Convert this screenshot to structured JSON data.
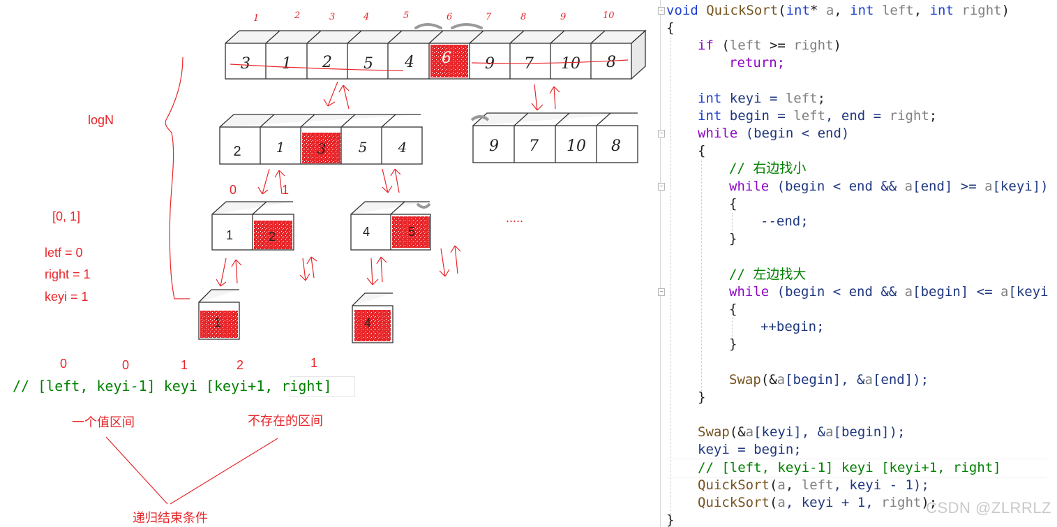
{
  "top_index_labels": [
    "1",
    "2",
    "3",
    "4",
    "5",
    "6",
    "7",
    "8",
    "9",
    "10"
  ],
  "arrays": {
    "level0": [
      "3",
      "1",
      "2",
      "5",
      "4",
      "6",
      "9",
      "7",
      "10",
      "8"
    ],
    "level1_left": [
      "2",
      "1",
      "3",
      "5",
      "4"
    ],
    "level1_right": [
      "9",
      "7",
      "10",
      "8"
    ],
    "level2_left": [
      "1",
      "2"
    ],
    "level2_mid": [
      "4",
      "5"
    ],
    "level3_left": [
      "1"
    ],
    "level3_mid": [
      "4"
    ]
  },
  "pivot_color": "#e8262a",
  "annotations": {
    "logn": "logN",
    "range": "[0, 1]",
    "left_eq": "letf = 0",
    "right_eq": "right = 1",
    "keyi_eq": "keyi = 1",
    "idx_0": "0",
    "idx_1": "1",
    "ellipsis": ".....",
    "row_nums": [
      "0",
      "0",
      "1",
      "2",
      "1"
    ],
    "recursion_comment_a": "// [left, keyi-1] keyi [keyi+1, ",
    "recursion_comment_b": "right",
    "recursion_comment_c": "]",
    "one_value_interval": "一个值区间",
    "nonexistent_interval": "不存在的区间",
    "recursion_end": "递归结束条件"
  },
  "code": {
    "l1": [
      "void",
      " QuickSort",
      "(",
      "int",
      "* ",
      "a",
      ", ",
      "int",
      " ",
      "left",
      ", ",
      "int",
      " ",
      "right",
      ")"
    ],
    "l2": "{",
    "l3": [
      "if",
      " (",
      "left",
      " >= ",
      "right",
      ")"
    ],
    "l4": "return;",
    "l5": [
      "int",
      " keyi = ",
      "left",
      ";"
    ],
    "l6": [
      "int",
      " begin = ",
      "left",
      ", end = ",
      "right",
      ";"
    ],
    "l7": [
      "while",
      " (begin < end)"
    ],
    "l8": "{",
    "l9": "// 右边找小",
    "l10": [
      "while",
      " (begin < end && ",
      "a",
      "[end] >= ",
      "a",
      "[keyi])"
    ],
    "l11": "{",
    "l12": "--end;",
    "l13": "}",
    "l14": "// 左边找大",
    "l15": [
      "while",
      " (begin < end && ",
      "a",
      "[begin] <= ",
      "a",
      "[keyi"
    ],
    "l16": "{",
    "l17": "++begin;",
    "l18": "}",
    "l19": [
      "Swap",
      "(&",
      "a",
      "[begin], &",
      "a",
      "[end]);"
    ],
    "l20": "}",
    "l21": [
      "Swap",
      "(&",
      "a",
      "[keyi], &",
      "a",
      "[begin]);"
    ],
    "l22": "keyi = begin;",
    "l23": "// [left, keyi-1] keyi [keyi+1, right]",
    "l24": [
      "QuickSort",
      "(",
      "a",
      ", ",
      "left",
      ", keyi - 1);"
    ],
    "l25": [
      "QuickSort",
      "(",
      "a",
      ", keyi + 1, ",
      "right",
      ");"
    ],
    "l26": "}"
  },
  "watermark": "CSDN @ZLRRLZ"
}
